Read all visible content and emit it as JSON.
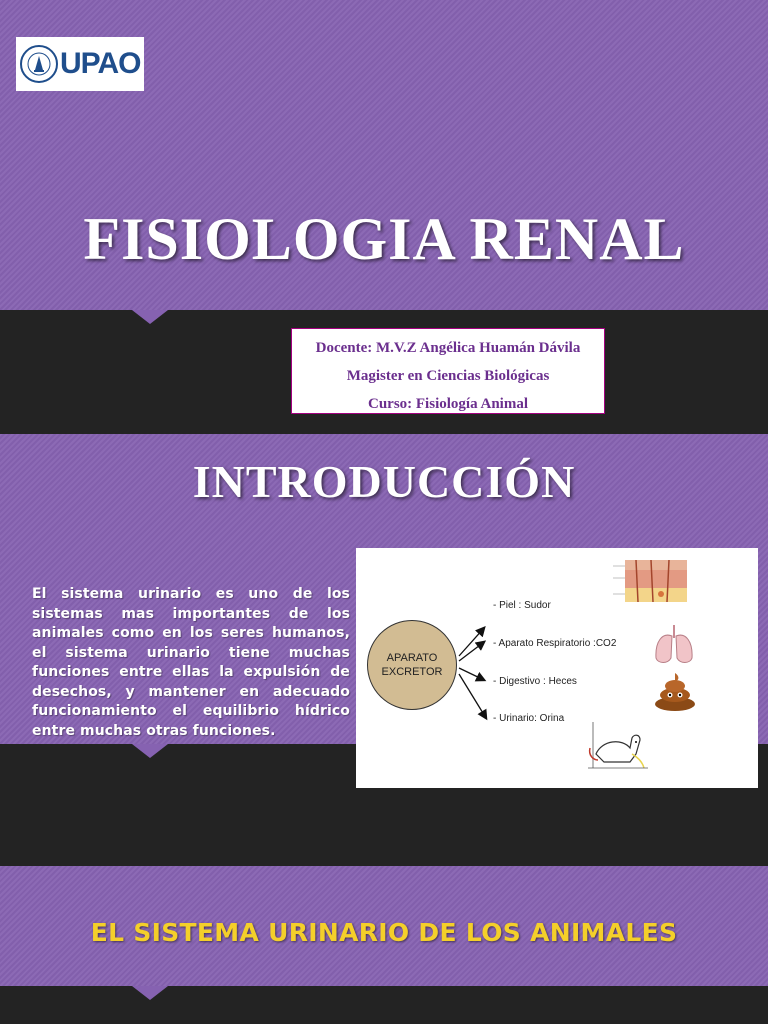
{
  "logo": {
    "text": "UPAO",
    "icon": "university-seal-icon"
  },
  "title": "FISIOLOGIA RENAL",
  "info": {
    "docente": "Docente: M.V.Z Angélica Huamán Dávila",
    "grado": "Magister en Ciencias Biológicas",
    "curso": "Curso: Fisiología Animal"
  },
  "intro": {
    "heading": "INTRODUCCIÓN",
    "body": "El  sistema urinario es uno de los sistemas mas importantes de los animales como en los seres humanos, el sistema urinario tiene muchas funciones entre ellas la expulsión de desechos, y mantener en adecuado funcionamiento el equilibrio hídrico entre muchas otras funciones."
  },
  "diagram": {
    "center_line1": "APARATO",
    "center_line2": "EXCRETOR",
    "items": [
      {
        "label": "- Piel : Sudor",
        "icon": "skin-layers-icon"
      },
      {
        "label": "- Aparato Respiratorio :CO2",
        "icon": "lungs-icon"
      },
      {
        "label": "- Digestivo : Heces",
        "icon": "feces-icon"
      },
      {
        "label": "- Urinario: Orina",
        "icon": "dog-urinating-icon"
      }
    ]
  },
  "footer": {
    "heading": "EL SISTEMA URINARIO DE LOS ANIMALES"
  },
  "colors": {
    "purple": "#8662b1",
    "dark": "#232323",
    "title_yellow": "#f4cf2a",
    "info_text": "#6b2f8e",
    "info_border": "#a40080"
  }
}
